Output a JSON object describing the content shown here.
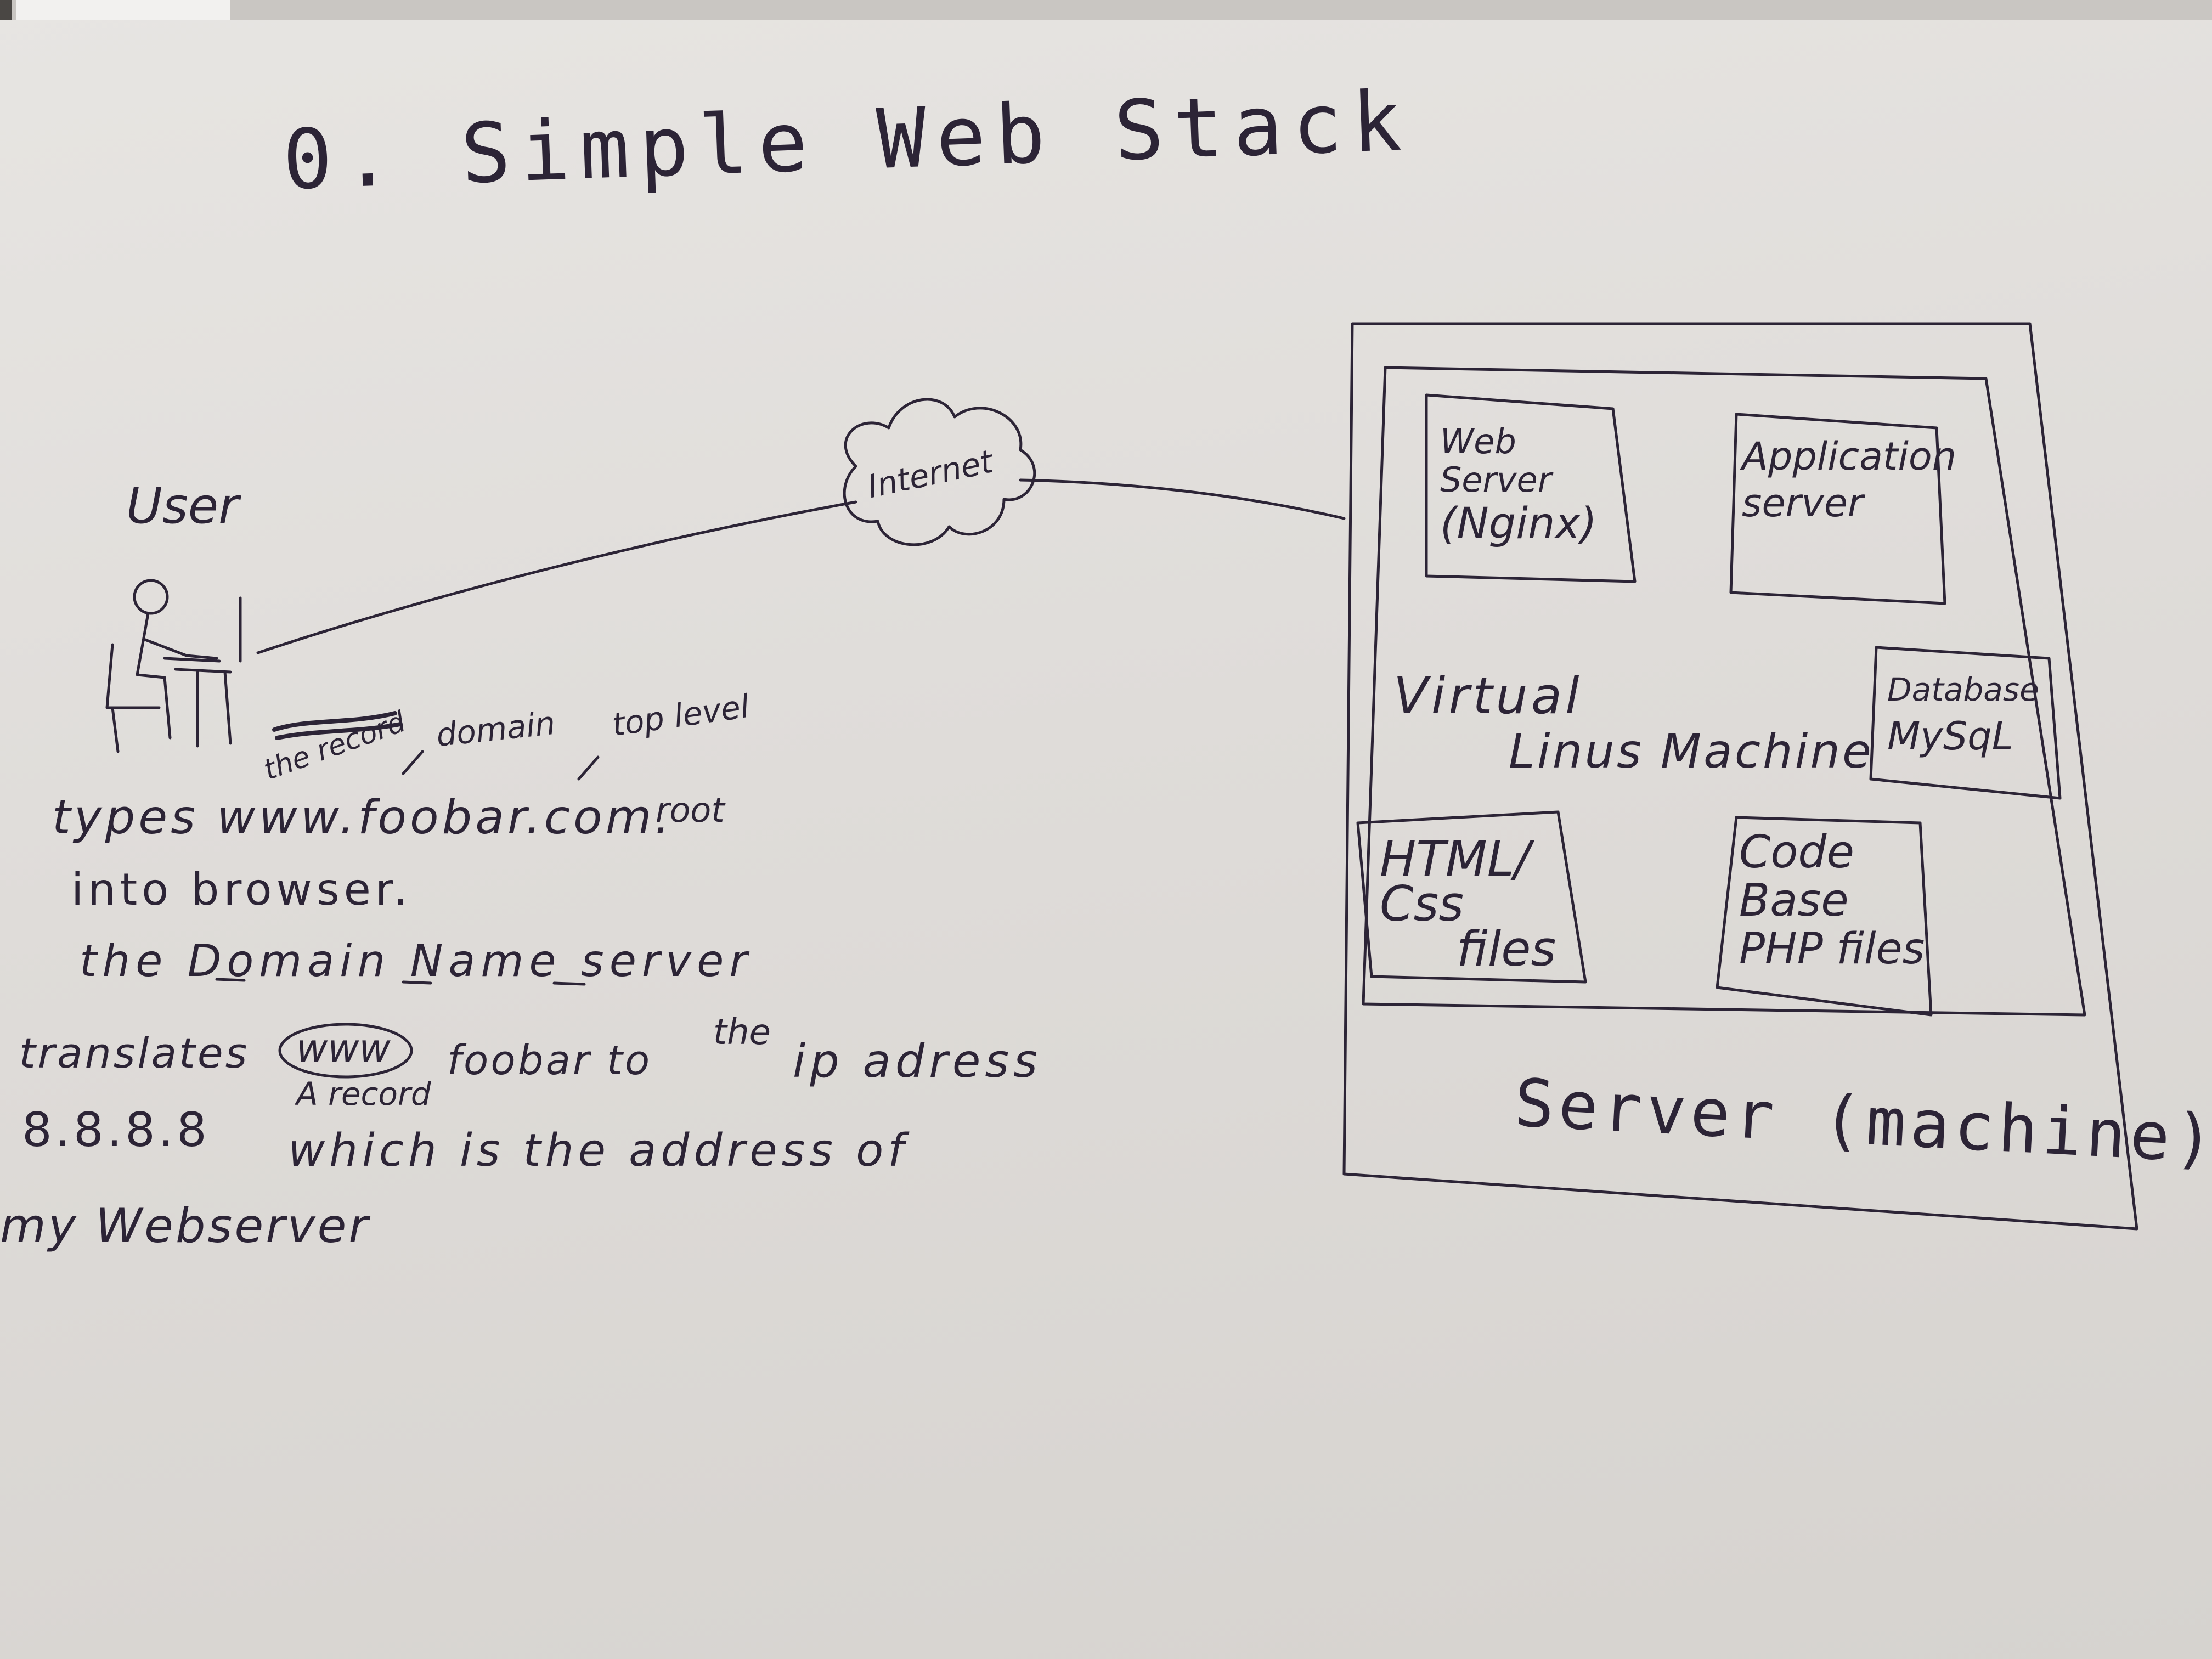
{
  "title": "0. Simple Web Stack",
  "user_label": "User",
  "internet_label": "Internet",
  "server": {
    "web_server": [
      "Web",
      "Server",
      "(Nginx)"
    ],
    "app_server": [
      "Application",
      "server"
    ],
    "database": [
      "Database",
      "MySqL"
    ],
    "vm_line1": "Virtual",
    "vm_line2": "Linus  Machine",
    "html_css": [
      "HTML/",
      "Css",
      "files"
    ],
    "codebase": [
      "Code",
      "Base",
      "PHP files"
    ],
    "server_machine": "Server (machine)"
  },
  "annotations": {
    "the_record": "the record",
    "domain": "domain",
    "top_level": "top level",
    "root": "root",
    "a_record": "A record",
    "the": "the"
  },
  "notes": {
    "line1": "types www.foobar.com.",
    "line2": "into  browser.",
    "line3": "the  Domain  Name  server",
    "line4_translates": "translates",
    "line4_www": "www",
    "line4_rest": "foobar  to",
    "line4_ip": "ip  adress",
    "line5_ip": "8.8.8.8",
    "line5_rest": "which  is   the  address  of",
    "line6": "my  Webserver"
  },
  "colors": {
    "ink": "#2c2436",
    "paper": "#e2dfdc"
  }
}
